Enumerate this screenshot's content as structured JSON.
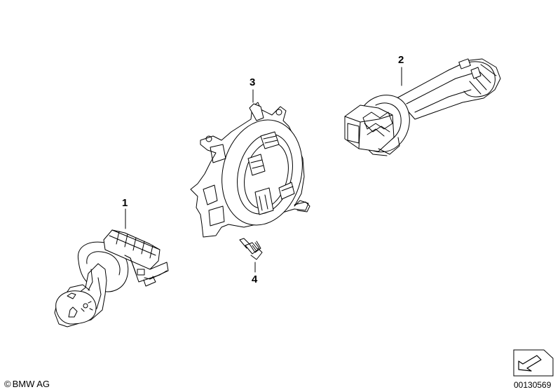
{
  "callouts": {
    "part_1": "1",
    "part_2": "2",
    "part_3": "3",
    "part_4": "4"
  },
  "footer": {
    "copyright_symbol": "©",
    "copyright_text": "BMW AG",
    "diagram_number": "00130569"
  },
  "icons": {
    "orientation_arrow": "orientation-arrow-icon"
  },
  "colors": {
    "line": "#000000",
    "background": "#ffffff"
  }
}
